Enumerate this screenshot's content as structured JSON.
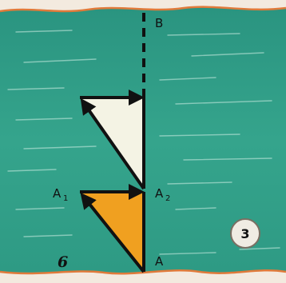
{
  "diagram": {
    "labels": {
      "b": "B",
      "a": "A",
      "a1_main": "A",
      "a1_sub": "1",
      "a2_main": "A",
      "a2_sub": "2"
    },
    "badge": "3",
    "page_number": "6"
  },
  "colors": {
    "water": "#2f9a86",
    "water_light": "#43b29a",
    "wave_line": "#cfeee4",
    "shore": "#f3eadf",
    "shore_edge": "#e07a3a",
    "triangle_top": "#f4f3e4",
    "triangle_bottom": "#f0a020",
    "line": "#111111",
    "badge_fill": "#f0ece3"
  }
}
